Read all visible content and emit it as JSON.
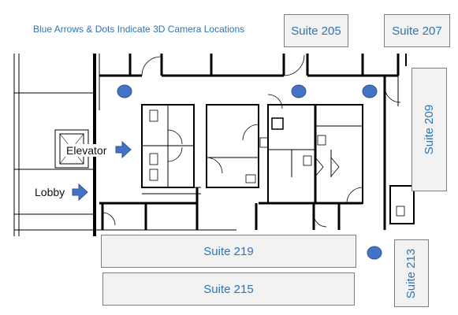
{
  "legend": "Blue Arrows & Dots Indicate 3D Camera Locations",
  "rooms": {
    "elevator": "Elevator",
    "lobby": "Lobby"
  },
  "suites": {
    "s205": "Suite 205",
    "s207": "Suite 207",
    "s209": "Suite 209",
    "s219": "Suite 219",
    "s215": "Suite 215",
    "s213": "Suite 213"
  },
  "colors": {
    "accent_blue": "#2e75b6",
    "marker_blue": "#4472c4",
    "suite_fill": "#f2f2f2",
    "wall": "#000000"
  },
  "markers": {
    "dot_count": 4,
    "arrow_count": 2
  }
}
